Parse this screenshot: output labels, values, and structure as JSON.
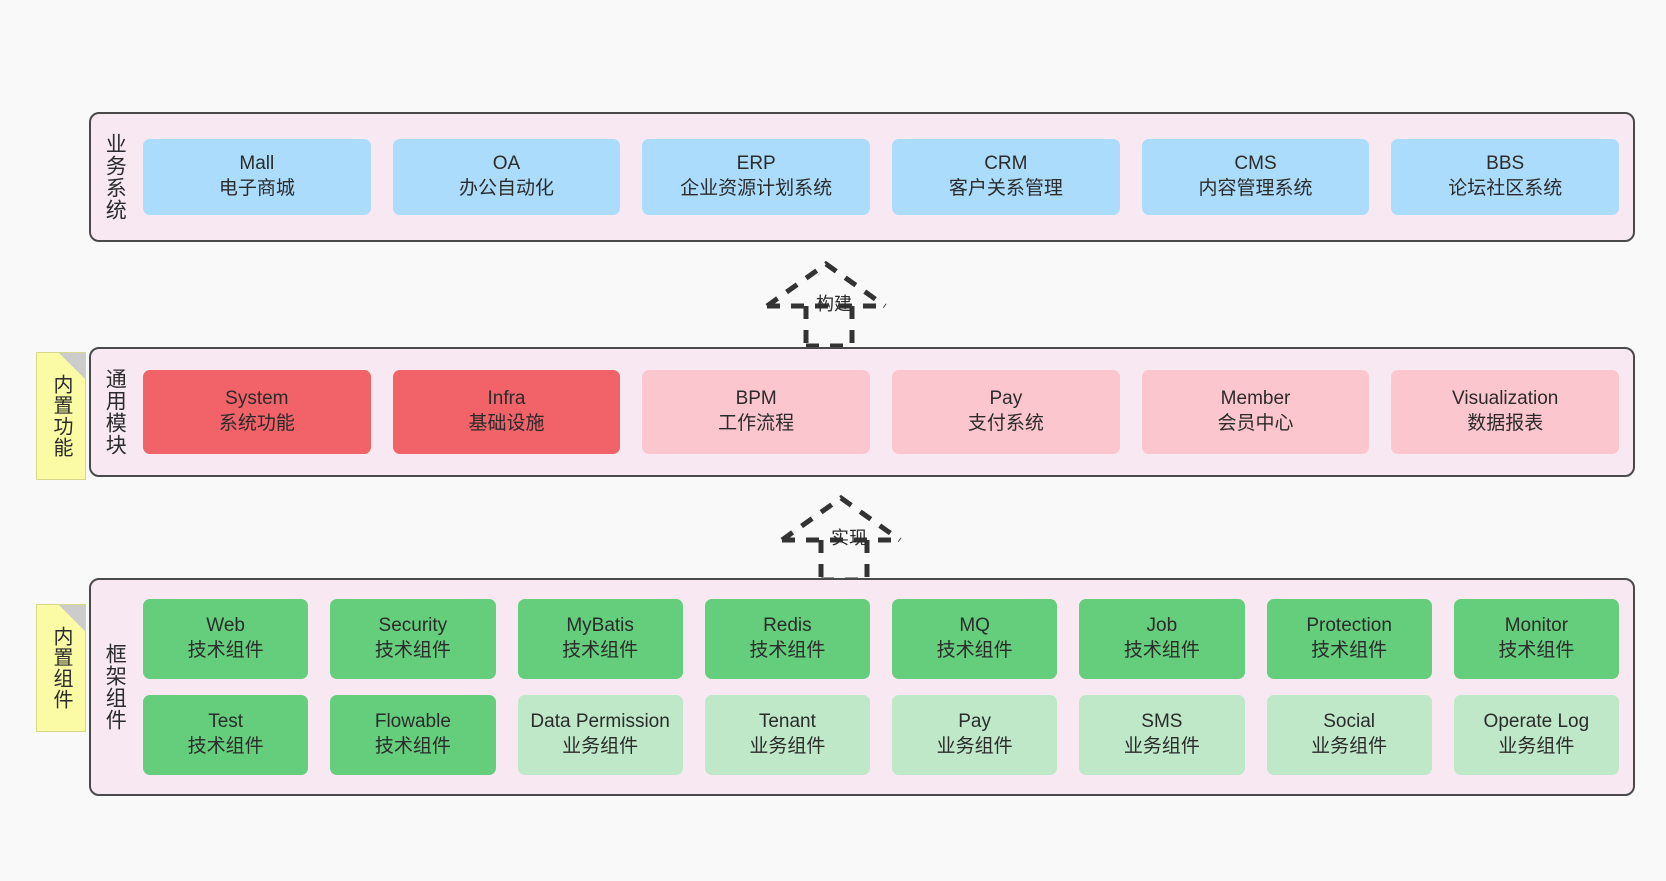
{
  "page": {
    "background": "#F9F9F9",
    "panel_bg": "#F8E8F2",
    "panel_border": "#4A4A4A",
    "note_bg": "#FBFBA6"
  },
  "layers": [
    {
      "id": "business-system",
      "title": "业务系统",
      "cards": [
        {
          "name": "Mall",
          "desc": "电子商城",
          "color": "#ACDCFB"
        },
        {
          "name": "OA",
          "desc": "办公自动化",
          "color": "#ACDCFB"
        },
        {
          "name": "ERP",
          "desc": "企业资源计划系统",
          "color": "#ACDCFB"
        },
        {
          "name": "CRM",
          "desc": "客户关系管理",
          "color": "#ACDCFB"
        },
        {
          "name": "CMS",
          "desc": "内容管理系统",
          "color": "#ACDCFB"
        },
        {
          "name": "BBS",
          "desc": "论坛社区系统",
          "color": "#ACDCFB"
        }
      ]
    },
    {
      "id": "common-module",
      "title": "通用模块",
      "note": "内置功能",
      "cards": [
        {
          "name": "System",
          "desc": "系统功能",
          "color": "#F16269"
        },
        {
          "name": "Infra",
          "desc": "基础设施",
          "color": "#F16269"
        },
        {
          "name": "BPM",
          "desc": "工作流程",
          "color": "#FCC6CE"
        },
        {
          "name": "Pay",
          "desc": "支付系统",
          "color": "#FCC6CE"
        },
        {
          "name": "Member",
          "desc": "会员中心",
          "color": "#FCC6CE"
        },
        {
          "name": "Visualization",
          "desc": "数据报表",
          "color": "#FCC6CE"
        }
      ]
    },
    {
      "id": "framework-component",
      "title": "框架组件",
      "note": "内置组件",
      "row1": [
        {
          "name": "Web",
          "desc": "技术组件",
          "color": "#65CE7D"
        },
        {
          "name": "Security",
          "desc": "技术组件",
          "color": "#65CE7D"
        },
        {
          "name": "MyBatis",
          "desc": "技术组件",
          "color": "#65CE7D"
        },
        {
          "name": "Redis",
          "desc": "技术组件",
          "color": "#65CE7D"
        },
        {
          "name": "MQ",
          "desc": "技术组件",
          "color": "#65CE7D"
        },
        {
          "name": "Job",
          "desc": "技术组件",
          "color": "#65CE7D"
        },
        {
          "name": "Protection",
          "desc": "技术组件",
          "color": "#65CE7D"
        },
        {
          "name": "Monitor",
          "desc": "技术组件",
          "color": "#65CE7D"
        }
      ],
      "row2": [
        {
          "name": "Test",
          "desc": "技术组件",
          "color": "#65CE7D"
        },
        {
          "name": "Flowable",
          "desc": "技术组件",
          "color": "#65CE7D"
        },
        {
          "name": "Data Permission",
          "desc": "业务组件",
          "color": "#BFE8C9"
        },
        {
          "name": "Tenant",
          "desc": "业务组件",
          "color": "#BFE8C9"
        },
        {
          "name": "Pay",
          "desc": "业务组件",
          "color": "#BFE8C9"
        },
        {
          "name": "SMS",
          "desc": "业务组件",
          "color": "#BFE8C9"
        },
        {
          "name": "Social",
          "desc": "业务组件",
          "color": "#BFE8C9"
        },
        {
          "name": "Operate Log",
          "desc": "业务组件",
          "color": "#BFE8C9"
        }
      ]
    }
  ],
  "arrows": [
    {
      "id": "build-arrow",
      "label": "构建",
      "style": "dashed-hollow-triangle"
    },
    {
      "id": "implement-arrow",
      "label": "实现",
      "style": "dashed-hollow-triangle"
    }
  ]
}
